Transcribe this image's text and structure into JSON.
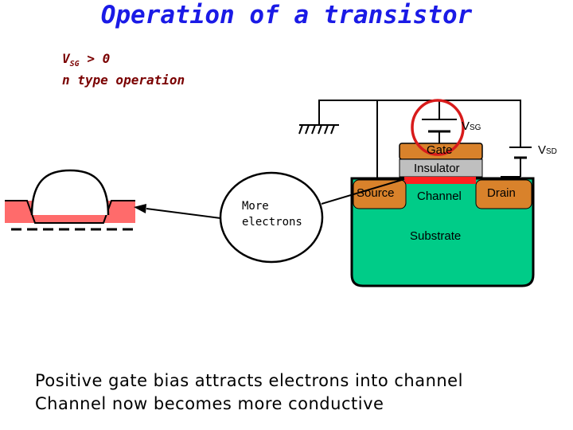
{
  "title": "Operation of a transistor",
  "condition": {
    "v_letter": "V",
    "v_sub": "SG",
    "v_rest": " > 0",
    "mode": "n type operation"
  },
  "labels": {
    "vsg_letter": "V",
    "vsg_sub": "SG",
    "vsd_letter": "V",
    "vsd_sub": "SD",
    "gate": "Gate",
    "insulator": "Insulator",
    "source": "Source",
    "channel": "Channel",
    "drain": "Drain",
    "substrate": "Substrate",
    "more_line1": "More",
    "more_line2": "electrons"
  },
  "caption": {
    "line1": "Positive gate bias attracts electrons into channel",
    "line2": "Channel now becomes more conductive"
  },
  "colors": {
    "title": "#1a1ae6",
    "substrate": "#00cc88",
    "gate": "#d9822b",
    "insulator": "#bfbfbf",
    "channel_strip": "#ff2020",
    "band_fill": "#ff6b6b",
    "highlight_circle": "#d81b1b"
  }
}
